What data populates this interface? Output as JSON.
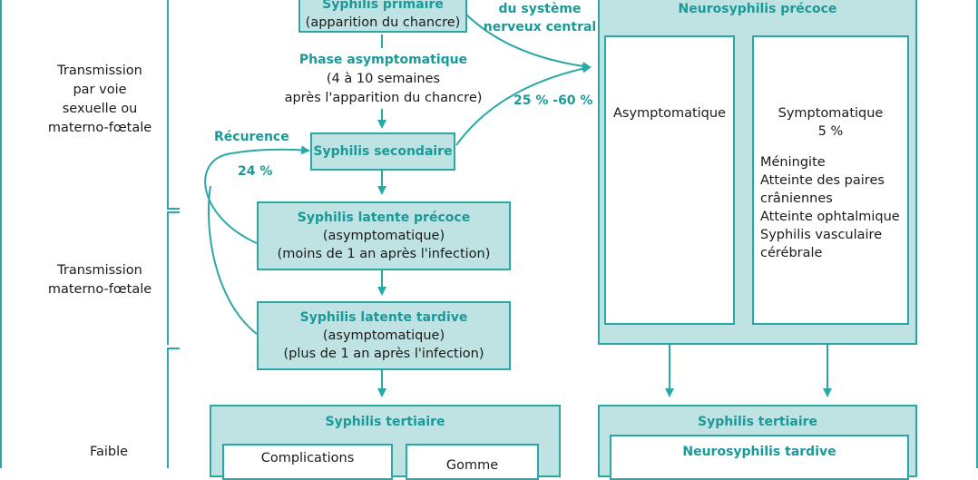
{
  "left_labels": {
    "sexual": "Transmission\npar voie\nsexuelle ou\nmaterno-fœtale",
    "maternal": "Transmission\nmaterno-fœtale",
    "low": "Faible"
  },
  "nodes": {
    "primaire": {
      "title": "Syphilis primaire",
      "sub": "(apparition du chancre)"
    },
    "phase": {
      "title": "Phase asymptomatique",
      "line1": "(4 à 10 semaines",
      "line2": "après l'apparition du chancre)"
    },
    "secondaire": {
      "title": "Syphilis secondaire"
    },
    "recurrence": {
      "title": "Récurence",
      "pct": "24 %"
    },
    "latente_precoce": {
      "title": "Syphilis latente précoce",
      "line1": "(asymptomatique)",
      "line2": "(moins de 1 an après l'infection)"
    },
    "latente_tardive": {
      "title": "Syphilis latente tardive",
      "line1": "(asymptomatique)",
      "line2": "(plus de 1 an après l'infection)"
    },
    "tertiaire_left": {
      "title": "Syphilis tertiaire",
      "box1": "Complications",
      "box2": "Gomme"
    },
    "snc": {
      "line1": "du système",
      "line2": "nerveux central",
      "pct": "25 % -60 %"
    },
    "neuro_precoce": {
      "title": "Neurosyphilis précoce",
      "asym": "Asymptomatique",
      "sym": "Symptomatique",
      "sym_pct": "5 %",
      "symptoms": [
        "Méningite",
        "Atteinte des paires",
        "crâniennes",
        "Atteinte ophtalmique",
        "Syphilis vasculaire",
        "cérébrale"
      ]
    },
    "tertiaire_right": {
      "title": "Syphilis tertiaire",
      "sub": "Neurosyphilis tardive"
    }
  },
  "colors": {
    "accent": "#2aa8a8",
    "fill": "#bfe3e3",
    "text_accent": "#1a9999"
  }
}
